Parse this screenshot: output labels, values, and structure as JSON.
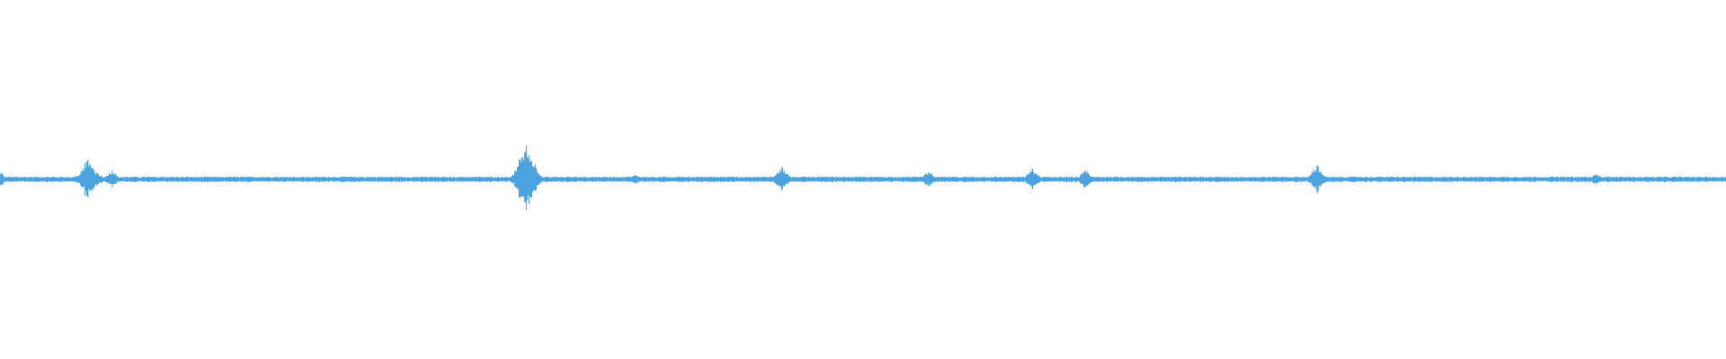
{
  "waveform": {
    "color": "#4aa3df",
    "background": "#ffffff",
    "baseline_amplitude": 0.02,
    "noise_amplitude": 0.012,
    "peaks": [
      {
        "position": 0.0,
        "amplitude": 0.08
      },
      {
        "position": 0.044,
        "amplitude": 0.04
      },
      {
        "position": 0.051,
        "amplitude": 0.22
      },
      {
        "position": 0.056,
        "amplitude": 0.08
      },
      {
        "position": 0.065,
        "amplitude": 0.1
      },
      {
        "position": 0.305,
        "amplitude": 0.38
      },
      {
        "position": 0.368,
        "amplitude": 0.05
      },
      {
        "position": 0.394,
        "amplitude": 0.03
      },
      {
        "position": 0.453,
        "amplitude": 0.14
      },
      {
        "position": 0.538,
        "amplitude": 0.08
      },
      {
        "position": 0.598,
        "amplitude": 0.12
      },
      {
        "position": 0.629,
        "amplitude": 0.1
      },
      {
        "position": 0.687,
        "amplitude": 0.03
      },
      {
        "position": 0.697,
        "amplitude": 0.03
      },
      {
        "position": 0.763,
        "amplitude": 0.16
      },
      {
        "position": 0.925,
        "amplitude": 0.06
      },
      {
        "position": 1.0,
        "amplitude": 0.03
      }
    ]
  }
}
